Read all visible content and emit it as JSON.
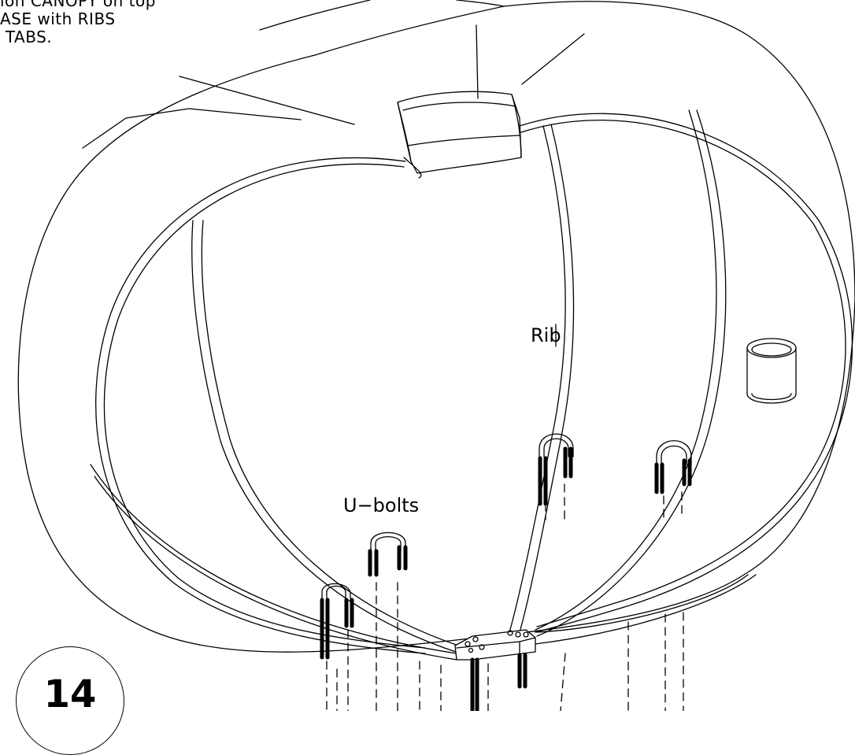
{
  "instructions": {
    "lines": [
      "ion CANOPY on top",
      "ASE with RIBS",
      " TABS."
    ]
  },
  "labels": {
    "rib": "Rib",
    "ubolts": "U−bolts"
  },
  "step": {
    "number": "14"
  },
  "colors": {
    "line": "#000000",
    "background": "#ffffff"
  }
}
